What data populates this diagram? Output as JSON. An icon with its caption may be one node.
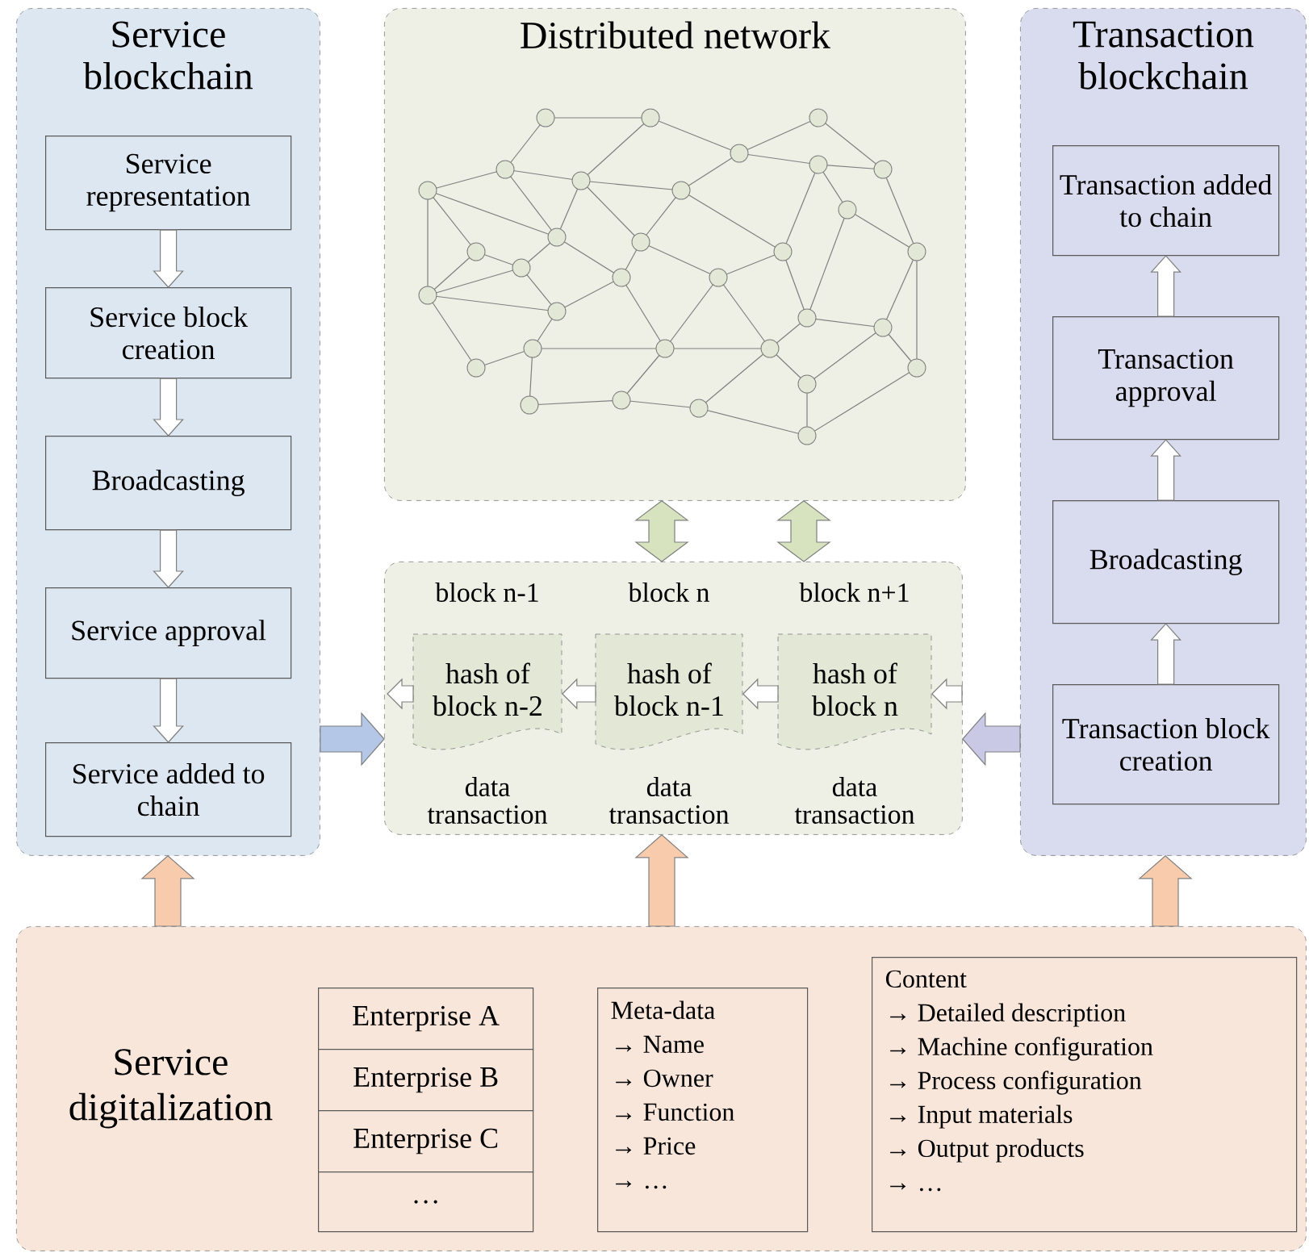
{
  "diagram": {
    "nodes": [
      {
        "text": [
          "Service blockchain"
        ]
      },
      {
        "text": [
          "Service representation"
        ],
        "in": 0
      },
      {
        "text": [
          "Service block creation"
        ],
        "in": 0
      },
      {
        "text": [
          "Broadcasting"
        ],
        "in": 0
      },
      {
        "text": [
          "Service approval"
        ],
        "in": 0
      },
      {
        "text": [
          "Service added to chain"
        ],
        "in": 0
      },
      {
        "text": [
          "Distributed network"
        ]
      },
      {
        "text": [],
        "shape": "box"
      },
      {
        "text": [
          "hash of block n-2"
        ],
        "beside": [
          "block n-1",
          "data transaction"
        ],
        "in": 7
      },
      {
        "text": [
          "hash of block n-1"
        ],
        "beside": [
          "block n",
          "data transaction"
        ],
        "in": 7
      },
      {
        "text": [
          "hash of block n"
        ],
        "beside": [
          "block n+1",
          "data transaction"
        ],
        "in": 7
      },
      {
        "text": [
          "Transaction blockchain"
        ]
      },
      {
        "text": [
          "Transaction added to chain"
        ],
        "in": 11
      },
      {
        "text": [
          "Transaction approval"
        ],
        "in": 11
      },
      {
        "text": [
          "Broadcasting"
        ],
        "in": 11
      },
      {
        "text": [
          "Transaction block creation"
        ],
        "in": 11
      },
      {
        "text": [
          "Service digitalization"
        ]
      },
      {
        "text": [
          "Enterprise A"
        ],
        "in": 16
      },
      {
        "text": [
          "Enterprise B"
        ],
        "in": 16
      },
      {
        "text": [
          "Enterprise C"
        ],
        "in": 16
      },
      {
        "text": [
          "…"
        ],
        "in": 16
      },
      {
        "text": [
          "Meta-data",
          "→ Name",
          "→ Owner",
          "→ Function",
          "→ Price",
          "→ …"
        ],
        "in": 16
      },
      {
        "text": [
          "Content",
          "→ Detailed description",
          "→ Machine configuration",
          "→ Process configuration",
          "→ Input materials",
          "→ Output products",
          "→ …"
        ],
        "in": 16
      }
    ],
    "edges": [
      {
        "from": 1,
        "to": 2,
        "arrow": "to"
      },
      {
        "from": 2,
        "to": 3,
        "arrow": "to"
      },
      {
        "from": 3,
        "to": 4,
        "arrow": "to"
      },
      {
        "from": 4,
        "to": 5,
        "arrow": "to"
      },
      {
        "from": 15,
        "to": 14,
        "arrow": "to"
      },
      {
        "from": 14,
        "to": 13,
        "arrow": "to"
      },
      {
        "from": 13,
        "to": 12,
        "arrow": "to"
      },
      {
        "from": 6,
        "to": 7,
        "arrow": "both",
        "color": "#d7e3bf"
      },
      {
        "from": 6,
        "to": 7,
        "arrow": "both",
        "color": "#d7e3bf"
      },
      {
        "from": 10,
        "to": 9,
        "arrow": "to"
      },
      {
        "from": 9,
        "to": 8,
        "arrow": "to"
      },
      {
        "from": 8,
        "to": null,
        "arrow": "to"
      },
      {
        "from": null,
        "to": 10,
        "arrow": "to"
      },
      {
        "from": 0,
        "to": 7,
        "arrow": "to",
        "color": "#b4c7e7"
      },
      {
        "from": 11,
        "to": 7,
        "arrow": "to",
        "color": "#c9c9e6"
      },
      {
        "from": 16,
        "to": 0,
        "arrow": "to",
        "color": "#f8cbad"
      },
      {
        "from": 16,
        "to": 7,
        "arrow": "to",
        "color": "#f8cbad"
      },
      {
        "from": 16,
        "to": 11,
        "arrow": "to",
        "color": "#f8cbad"
      }
    ]
  }
}
